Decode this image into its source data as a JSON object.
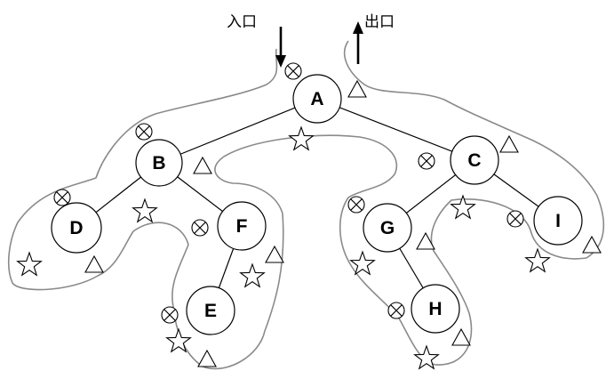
{
  "entry_label": "入口",
  "exit_label": "出口",
  "nodes": [
    "A",
    "B",
    "C",
    "D",
    "E",
    "F",
    "G",
    "H",
    "I"
  ],
  "edges": [
    [
      "A",
      "B"
    ],
    [
      "A",
      "C"
    ],
    [
      "B",
      "D"
    ],
    [
      "B",
      "F"
    ],
    [
      "F",
      "E"
    ],
    [
      "C",
      "G"
    ],
    [
      "C",
      "I"
    ],
    [
      "G",
      "H"
    ]
  ],
  "markers": {
    "circle_x": "circle-x-icon",
    "star": "star-icon",
    "triangle": "triangle-icon"
  }
}
